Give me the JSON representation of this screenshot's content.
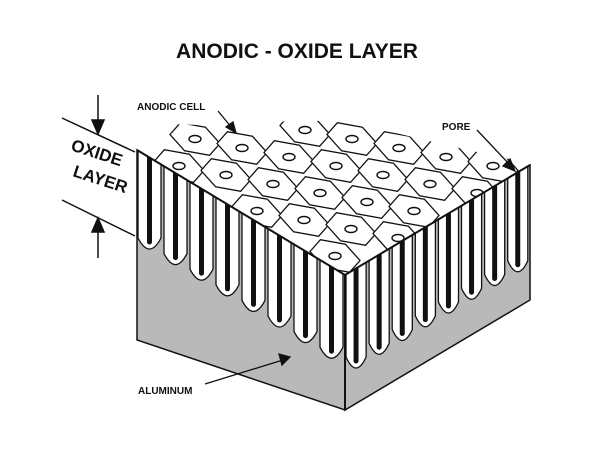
{
  "title": "ANODIC - OXIDE LAYER",
  "labels": {
    "anodic_cell": "ANODIC CELL",
    "pore": "PORE",
    "oxide": "OXIDE",
    "layer": "LAYER",
    "aluminum": "ALUMINUM"
  },
  "colors": {
    "aluminum": "#b9b9b9",
    "oxide": "#ffffff",
    "line": "#111111"
  }
}
